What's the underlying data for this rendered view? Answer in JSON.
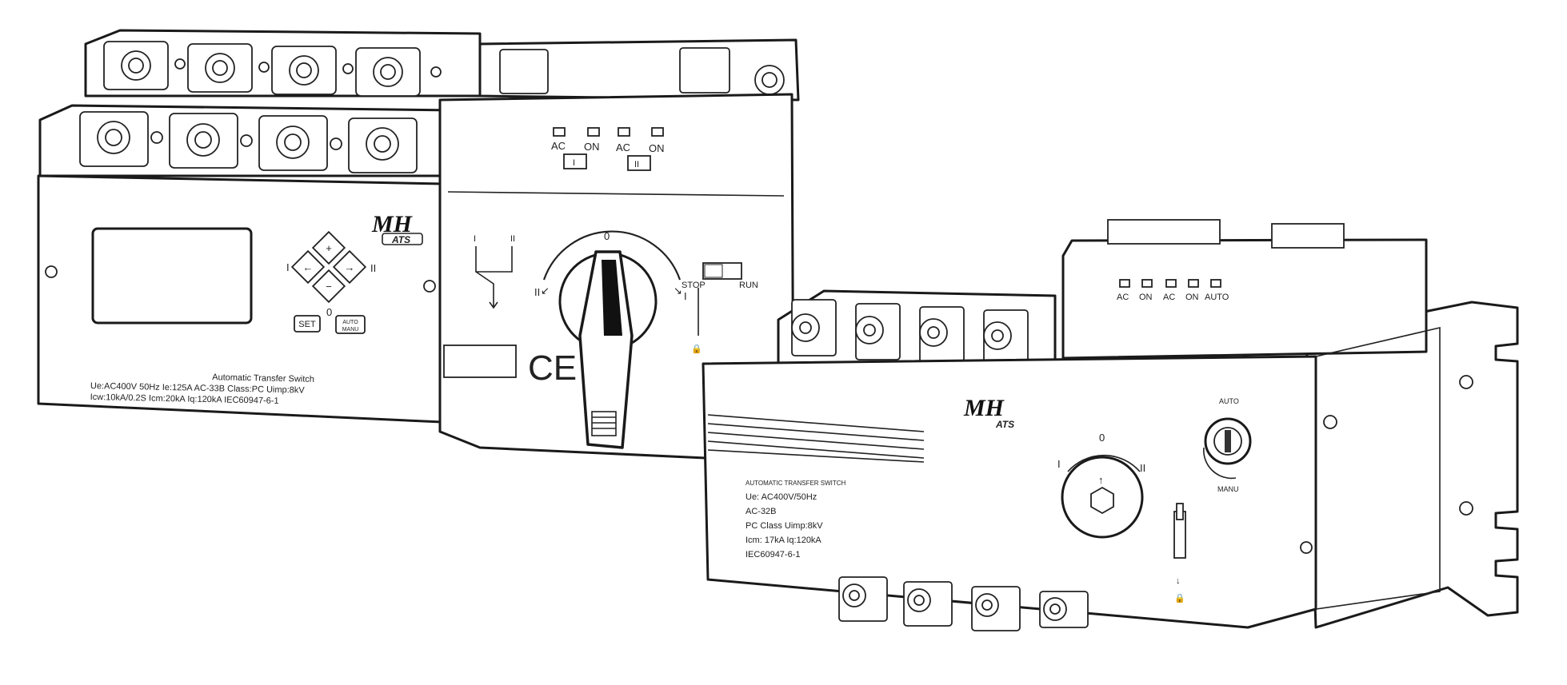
{
  "left_unit": {
    "indicators": [
      "AC",
      "ON",
      "AC",
      "ON"
    ],
    "source_labels": [
      "I",
      "II"
    ],
    "logo": {
      "brand": "MH",
      "sub": "ATS"
    },
    "keypad": {
      "plus": "+",
      "minus": "−",
      "left_label": "I",
      "right_label": "II",
      "zero_label": "0"
    },
    "buttons": {
      "set": "SET",
      "auto_manu_1": "AUTO",
      "auto_manu_2": "MANU"
    },
    "switch": {
      "stop": "STOP",
      "run": "RUN"
    },
    "handle": {
      "pos_0": "0",
      "pos_1": "I",
      "pos_2": "II"
    },
    "diagram": {
      "a": "I",
      "b": "II"
    },
    "ce_mark": "CE",
    "spec": {
      "title": "Automatic Transfer Switch",
      "line1": "Ue:AC400V 50Hz  Ie:125A  AC-33B  Class:PC Uimp:8kV",
      "line2": "Icw:10kA/0.2S  Icm:20kA  Iq:120kA  IEC60947-6-1"
    }
  },
  "right_unit": {
    "indicators": [
      "AC",
      "ON",
      "AC",
      "ON",
      "AUTO"
    ],
    "logo": {
      "brand": "MH",
      "sub": "ATS"
    },
    "dial": {
      "pos_1": "I",
      "pos_0": "0",
      "pos_2": "II"
    },
    "key": {
      "auto": "AUTO",
      "manu": "MANU"
    },
    "spec": {
      "title": "AUTOMATIC TRANSFER SWITCH",
      "line1": "Ue: AC400V/50Hz",
      "line2": "AC-32B",
      "line3": "PC Class  Uimp:8kV",
      "line4": "Icm: 17kA   Iq:120kA",
      "line5": "IEC60947-6-1"
    }
  }
}
